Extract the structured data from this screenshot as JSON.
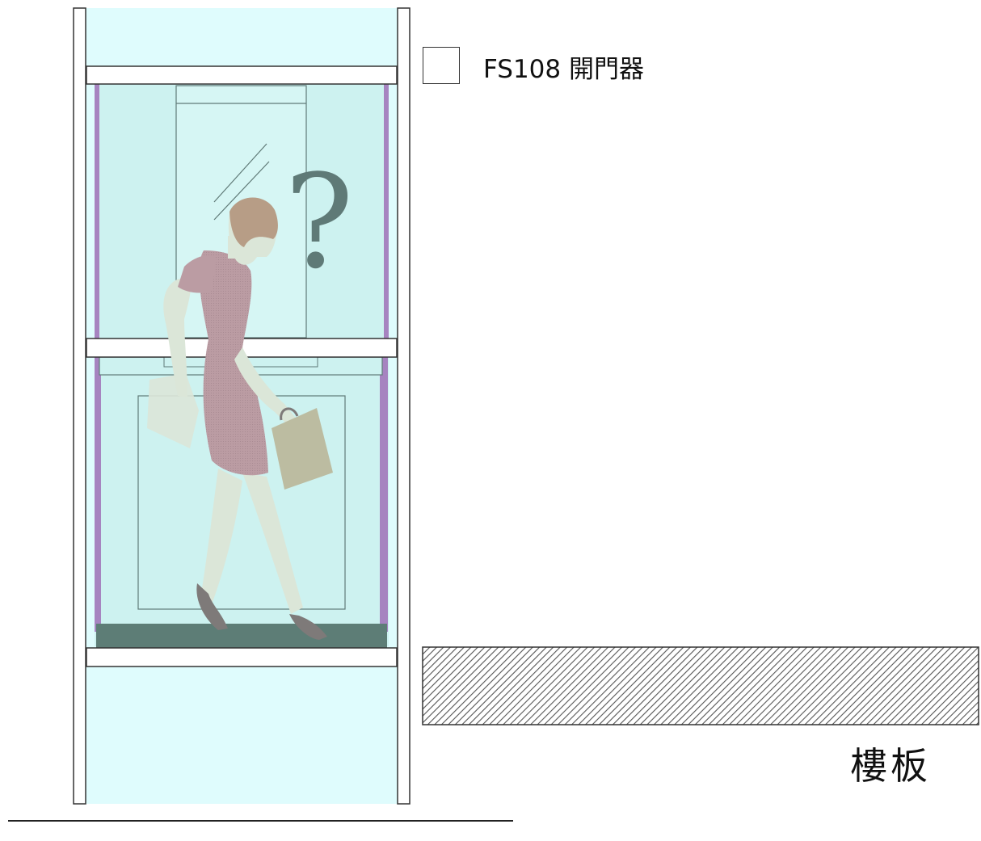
{
  "legend": {
    "label": "FS108 開門器"
  },
  "floor": {
    "label": "樓板"
  },
  "colors": {
    "shaft": "#dffcfd",
    "cabin": "#cdf2f0",
    "cabin_trim": "#a684c0",
    "cabin_floor": "#5d7d76",
    "figure_dress": "#bb9ca3",
    "figure_skin": "#dbe6d8",
    "figure_hair": "#b79d86",
    "question_mark": "#5f7a77",
    "bag": "#bcbca1",
    "slab_hatch": "#555555"
  },
  "icons": {
    "figure": "woman-with-bag-figure",
    "question": "question-mark-icon"
  }
}
